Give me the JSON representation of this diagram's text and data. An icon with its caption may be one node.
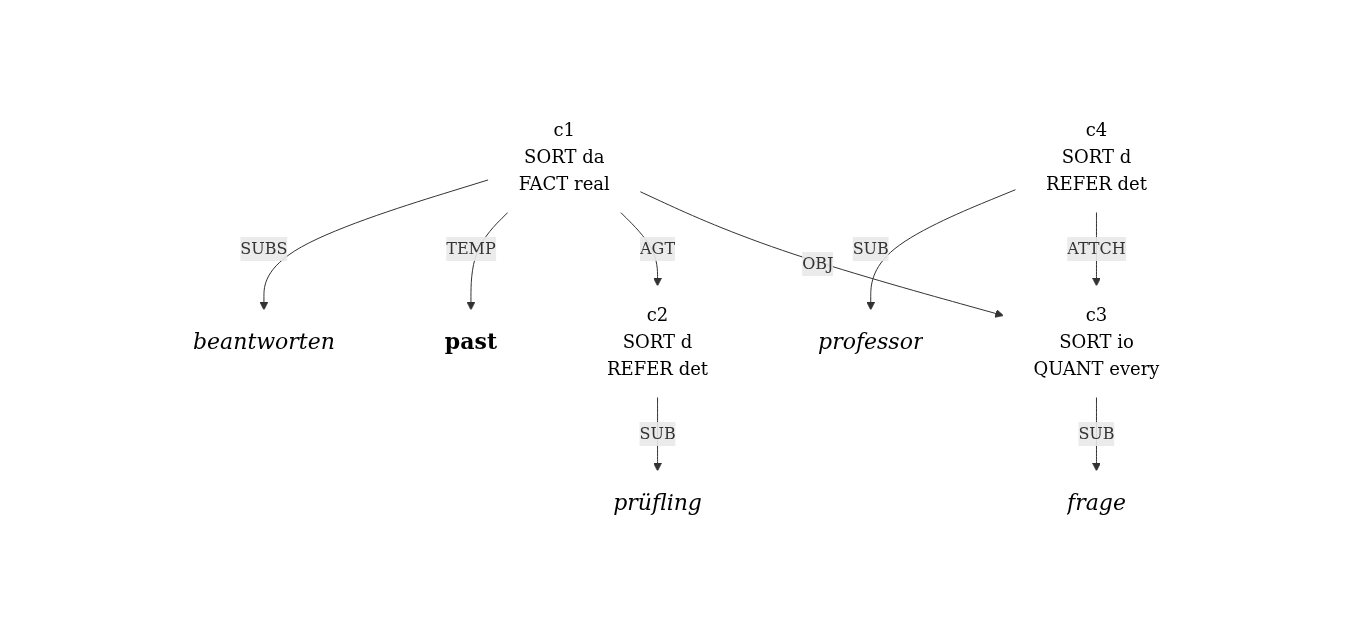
{
  "diagram": {
    "nodes": [
      {
        "text": [
          "beantworten"
        ]
      },
      {
        "text": [
          "past"
        ]
      },
      {
        "text": [
          "professor"
        ]
      },
      {
        "text": [
          "c1",
          "SORT da",
          "FACT real"
        ]
      },
      {
        "text": [
          "c4",
          "SORT d",
          "REFER det"
        ]
      },
      {
        "text": [
          "c2",
          "SORT d",
          "REFER det"
        ]
      },
      {
        "text": [
          "c3",
          "SORT io",
          "QUANT every"
        ]
      },
      {
        "text": [
          "prüfling"
        ]
      },
      {
        "text": [
          "frage"
        ]
      }
    ],
    "edges": [
      {
        "from": 3,
        "to": 0,
        "arrow": "to",
        "label": "SUBS"
      },
      {
        "from": 3,
        "to": 1,
        "arrow": "to",
        "label": "TEMP"
      },
      {
        "from": 4,
        "to": 2,
        "arrow": "to",
        "label": "SUB"
      },
      {
        "from": 3,
        "to": 5,
        "arrow": "to",
        "label": "AGT"
      },
      {
        "from": 3,
        "to": 6,
        "arrow": "to",
        "label": "OBJ"
      },
      {
        "from": 4,
        "to": 6,
        "arrow": "to",
        "label": "ATTCH"
      },
      {
        "from": 5,
        "to": 7,
        "arrow": "to",
        "label": "SUB"
      },
      {
        "from": 6,
        "to": 8,
        "arrow": "to",
        "label": "SUB"
      }
    ]
  }
}
